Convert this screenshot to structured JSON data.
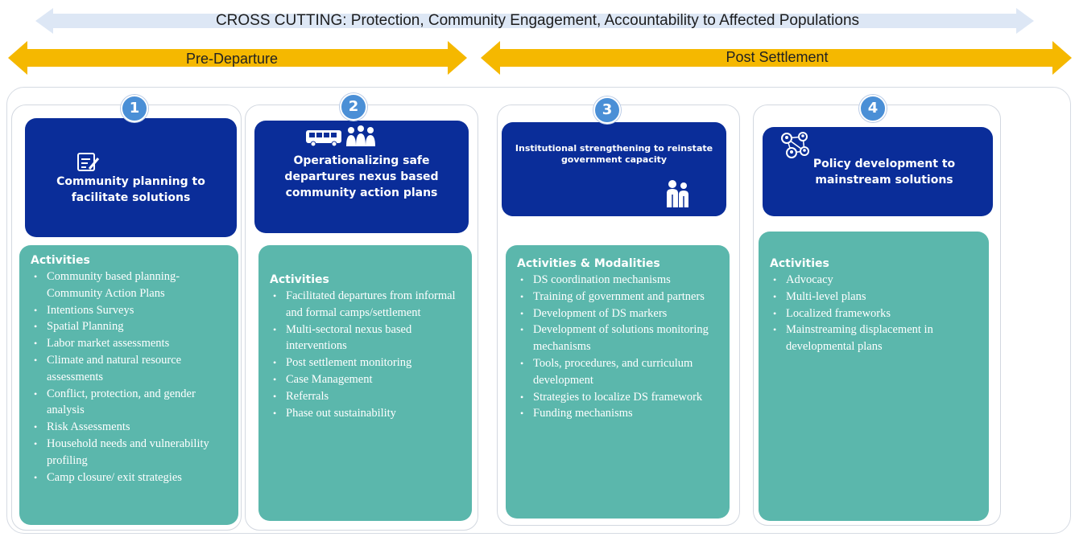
{
  "banner": {
    "cross_cutting": "CROSS CUTTING: Protection, Community Engagement, Accountability to Affected Populations",
    "pre_departure": "Pre-Departure",
    "post_settlement": "Post Settlement"
  },
  "colors": {
    "title_box": "#0a2d99",
    "activity_box": "#5bb7ac",
    "badge": "#4a8fd6",
    "phase_arrow": "#f5b800",
    "cross_arrow": "#dde7f5"
  },
  "columns": [
    {
      "number": "1",
      "icon": "document-pencil-icon",
      "title": "Community planning to facilitate solutions",
      "activities_heading": "Activities",
      "activities": [
        "Community based planning- Community Action Plans",
        "Intentions Surveys",
        "Spatial Planning",
        "Labor market assessments",
        "Climate and natural resource assessments",
        "Conflict, protection, and gender analysis",
        "Risk Assessments",
        "Household needs and vulnerability profiling",
        "Camp closure/ exit strategies"
      ]
    },
    {
      "number": "2",
      "icon": "bus-and-people-icon",
      "title": "Operationalizing safe departures nexus based community action plans",
      "activities_heading": "Activities",
      "activities": [
        "Facilitated departures from informal and formal camps/settlement",
        "Multi-sectoral nexus based interventions",
        "Post settlement monitoring",
        "Case Management",
        "Referrals",
        "Phase out sustainability"
      ]
    },
    {
      "number": "3",
      "icon": "family-icon",
      "title": "Institutional strengthening to reinstate government capacity",
      "activities_heading": "Activities & Modalities",
      "activities": [
        "DS coordination mechanisms",
        "Training of government and partners",
        "Development of DS markers",
        "Development of solutions monitoring mechanisms",
        "Tools, procedures, and curriculum development",
        "Strategies to localize DS framework",
        "Funding mechanisms"
      ]
    },
    {
      "number": "4",
      "icon": "network-people-icon",
      "title": "Policy development to mainstream solutions",
      "activities_heading": "Activities",
      "activities": [
        "Advocacy",
        "Multi-level plans",
        "Localized frameworks",
        "Mainstreaming displacement in developmental plans"
      ]
    }
  ]
}
